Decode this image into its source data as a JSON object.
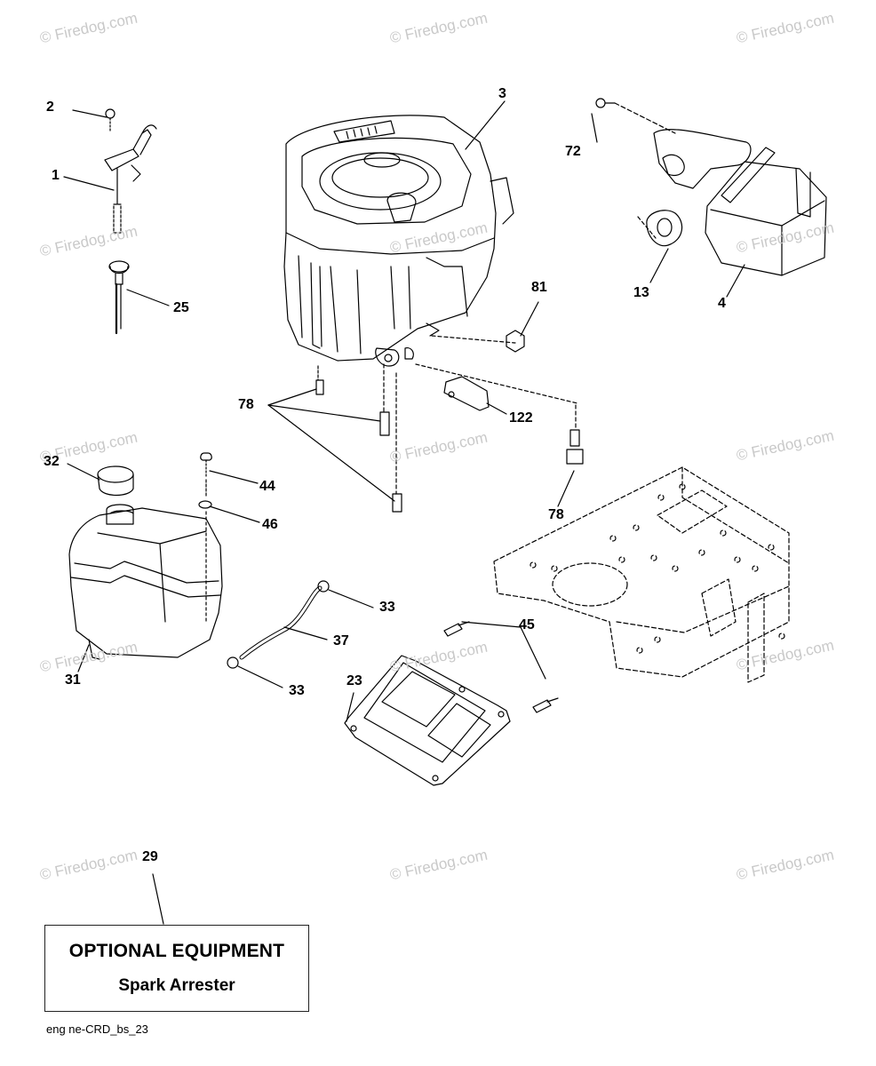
{
  "watermark_text": "© Firedog.com",
  "parts": [
    {
      "id": "part-2",
      "label": "2"
    },
    {
      "id": "part-1",
      "label": "1"
    },
    {
      "id": "part-25",
      "label": "25"
    },
    {
      "id": "part-3",
      "label": "3"
    },
    {
      "id": "part-72",
      "label": "72"
    },
    {
      "id": "part-13",
      "label": "13"
    },
    {
      "id": "part-4",
      "label": "4"
    },
    {
      "id": "part-81",
      "label": "81"
    },
    {
      "id": "part-78a",
      "label": "78"
    },
    {
      "id": "part-122",
      "label": "122"
    },
    {
      "id": "part-78b",
      "label": "78"
    },
    {
      "id": "part-32",
      "label": "32"
    },
    {
      "id": "part-44",
      "label": "44"
    },
    {
      "id": "part-46",
      "label": "46"
    },
    {
      "id": "part-33a",
      "label": "33"
    },
    {
      "id": "part-37",
      "label": "37"
    },
    {
      "id": "part-31",
      "label": "31"
    },
    {
      "id": "part-33b",
      "label": "33"
    },
    {
      "id": "part-45",
      "label": "45"
    },
    {
      "id": "part-23",
      "label": "23"
    },
    {
      "id": "part-29",
      "label": "29"
    }
  ],
  "optional_equipment": {
    "title": "OPTIONAL EQUIPMENT",
    "item": "Spark Arrester"
  },
  "footer_code": "eng ne-CRD_bs_23"
}
